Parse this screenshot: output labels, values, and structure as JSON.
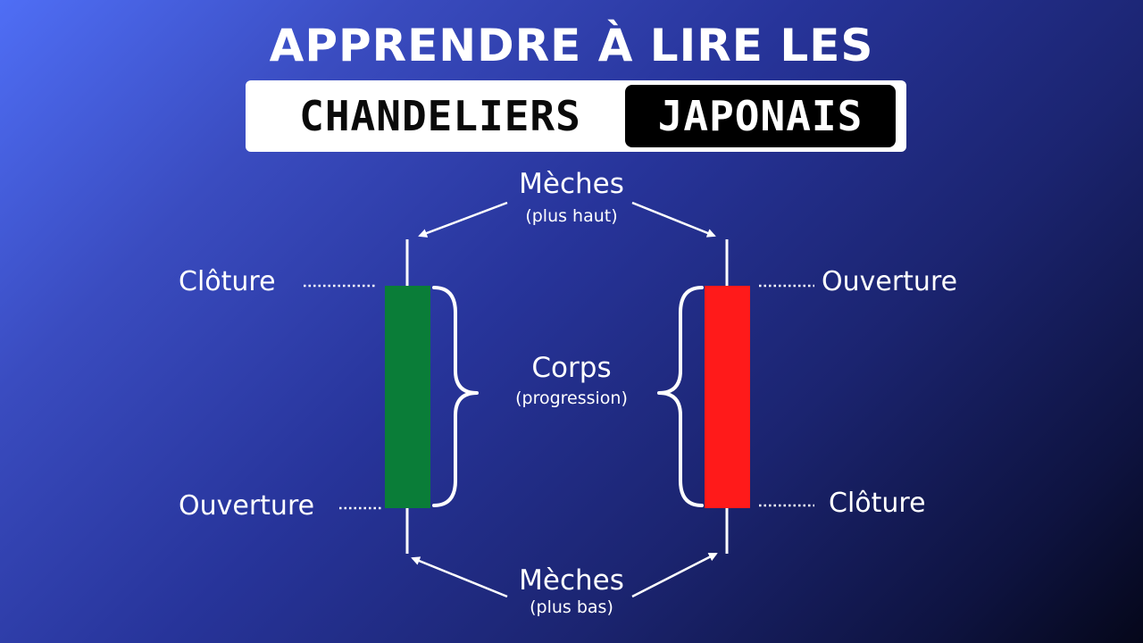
{
  "title": {
    "line1": "APPRENDRE À LIRE LES",
    "word_light": "CHANDELIERS",
    "word_dark": "JAPONAIS"
  },
  "labels": {
    "top_wicks": {
      "main": "Mèches",
      "sub": "(plus haut)"
    },
    "body": {
      "main": "Corps",
      "sub": "(progression)"
    },
    "bottom_wicks": {
      "main": "Mèches",
      "sub": "(plus bas)"
    },
    "bull_close": "Clôture",
    "bull_open": "Ouverture",
    "bear_open": "Ouverture",
    "bear_close": "Clôture"
  },
  "colors": {
    "bullish": "#0a7d38",
    "bearish": "#ff1a1a",
    "background_start": "#4f6ef5",
    "background_end": "#05071a"
  }
}
